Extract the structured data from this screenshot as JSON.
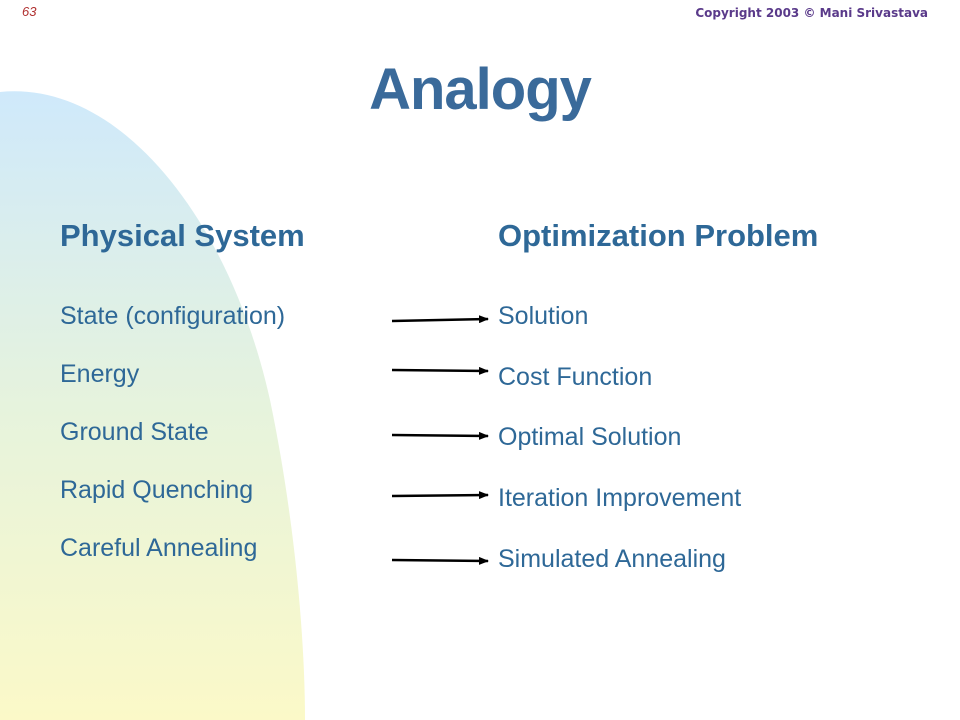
{
  "slide": {
    "page_number": "63",
    "copyright": "Copyright 2003 © Mani Srivastava",
    "title": "Analogy"
  },
  "columns": {
    "physical_heading": "Physical System",
    "optimization_heading": "Optimization Problem"
  },
  "mappings": [
    {
      "physical": "State (configuration)",
      "optimization": "Solution"
    },
    {
      "physical": "Energy",
      "optimization": "Cost Function"
    },
    {
      "physical": "Ground State",
      "optimization": "Optimal Solution"
    },
    {
      "physical": "Rapid Quenching",
      "optimization": "Iteration Improvement"
    },
    {
      "physical": "Careful Annealing",
      "optimization": "Simulated Annealing"
    }
  ],
  "colors": {
    "title": "#3a6a9a",
    "text": "#2e6897",
    "page_number": "#b03030",
    "copyright": "#5a3a8a"
  }
}
